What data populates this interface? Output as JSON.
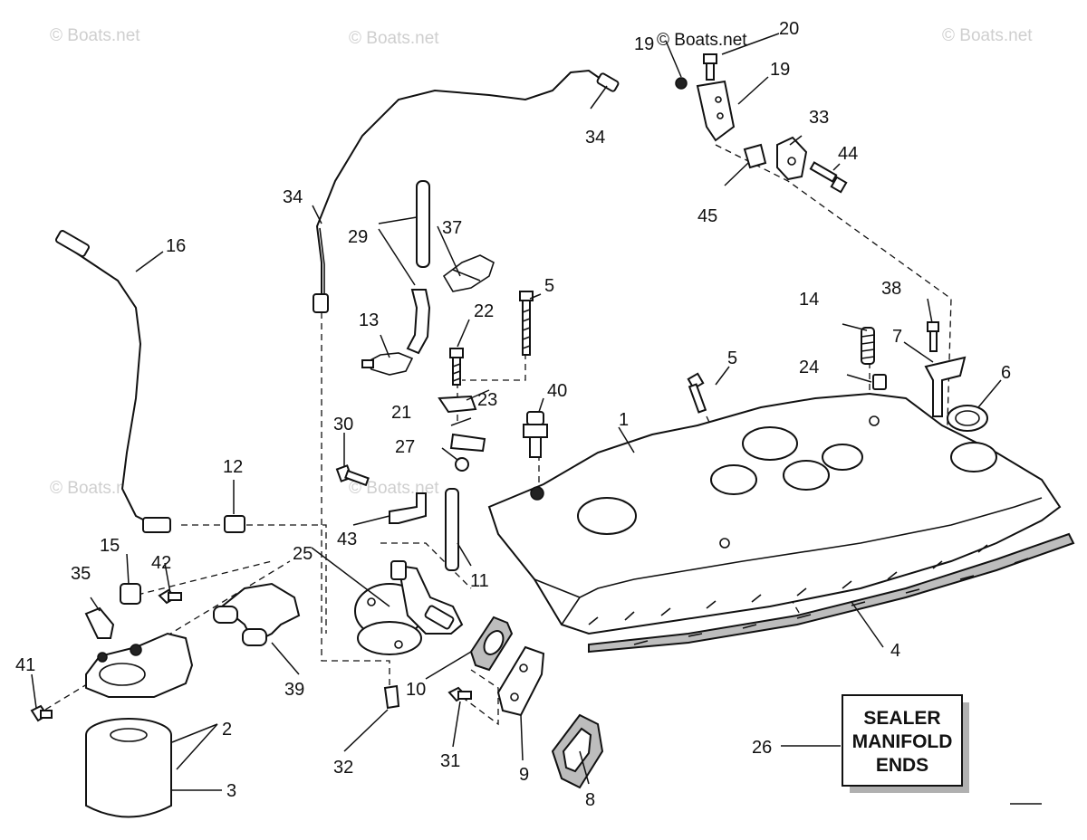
{
  "watermark": "© Boats.net",
  "top_watermark": "© Boats.net",
  "sealer_box": {
    "line1": "SEALER",
    "line2": "MANIFOLD",
    "line3": "ENDS"
  },
  "callouts": {
    "c1": "1",
    "c2": "2",
    "c3": "3",
    "c4": "4",
    "c5a": "5",
    "c5b": "5",
    "c6": "6",
    "c7": "7",
    "c8": "8",
    "c9": "9",
    "c10": "10",
    "c11": "11",
    "c12": "12",
    "c13": "13",
    "c14": "14",
    "c15": "15",
    "c16": "16",
    "c19a": "19",
    "c19b": "19",
    "c20": "20",
    "c21": "21",
    "c22": "22",
    "c23": "23",
    "c24": "24",
    "c25": "25",
    "c26": "26",
    "c27": "27",
    "c29": "29",
    "c30": "30",
    "c31": "31",
    "c32": "32",
    "c33": "33",
    "c34a": "34",
    "c34b": "34",
    "c35": "35",
    "c37": "37",
    "c38": "38",
    "c39": "39",
    "c40": "40",
    "c41": "41",
    "c42": "42",
    "c43": "43",
    "c44": "44",
    "c45": "45"
  }
}
